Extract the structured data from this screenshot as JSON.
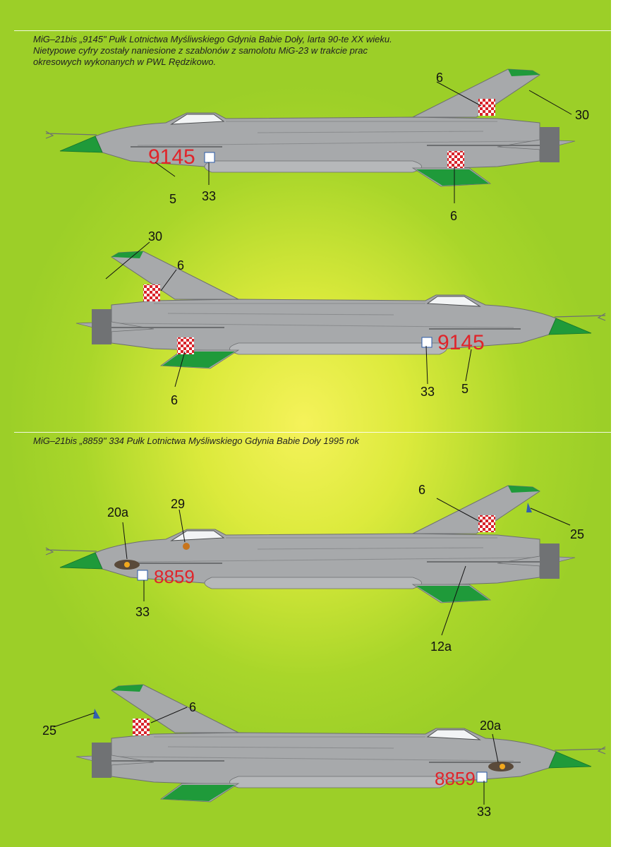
{
  "captions": {
    "top": [
      "MiG–21bis „9145\" Pułk Lotnictwa Myśliwskiego Gdynia Babie Doły, larta 90-te XX wieku.",
      "Nietypowe cyfry zostały naniesione z szablonów z samolotu MiG-23 w trakcie prac",
      "okresowych wykonanych w PWL Rędzikowo."
    ],
    "bottom": "MiG–21bis „8859\" 334 Pułk Lotnictwa Myśliwskiego Gdynia Babie Doły 1995 rok"
  },
  "aircraft": [
    {
      "id": "9145-left",
      "serial": "9145",
      "callouts": [
        "6",
        "30",
        "5",
        "33",
        "6"
      ]
    },
    {
      "id": "9145-right",
      "serial": "9145",
      "callouts": [
        "30",
        "6",
        "6",
        "33",
        "5"
      ]
    },
    {
      "id": "8859-left",
      "serial": "8859",
      "callouts": [
        "6",
        "20a",
        "29",
        "25",
        "33",
        "12a"
      ]
    },
    {
      "id": "8859-right",
      "serial": "8859",
      "callouts": [
        "6",
        "25",
        "20a",
        "33"
      ]
    }
  ],
  "colors": {
    "background": "#a9d62a",
    "fuselage": "#a7a9ab",
    "panel_line": "#6d6f71",
    "nose_green": "#1f9a3a",
    "serial_red": "#e0242a",
    "checker_red": "#d8232a"
  }
}
